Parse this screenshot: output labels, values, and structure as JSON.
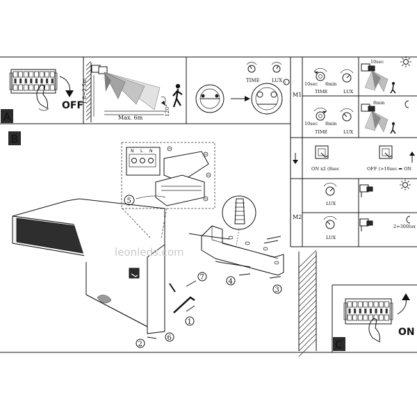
{
  "panels": {
    "a_label": "A",
    "b_label": "B",
    "c_label": "C",
    "off_label": "OFF",
    "on_label": "ON"
  },
  "sensor_range": {
    "height": "1.8~2.5m",
    "max_distance": "Max. 6m",
    "angle": "120°"
  },
  "knobs": {
    "time": "TIME",
    "lux": "LUX"
  },
  "mode1": {
    "label": "M1",
    "day_time_min": "10sec",
    "day_time_max": "8min",
    "day_readout": "10sec",
    "night_time_min": "10sec",
    "night_time_max": "8min",
    "night_readout": "8min",
    "time": "TIME",
    "lux": "LUX",
    "off_sequence": "ON x2 (8sec",
    "on_sequence": "OFF (>10sec ➡ ON"
  },
  "mode2": {
    "label": "M2",
    "lux_top": "LUX",
    "lux_bottom": "LUX",
    "night_value": "2=300lux"
  },
  "steps": [
    "1",
    "2",
    "3",
    "4",
    "5",
    "6",
    "7"
  ],
  "terminal_labels": [
    "N",
    "L",
    "N"
  ],
  "watermark": "leonleds.com",
  "colors": {
    "ink": "#111111",
    "panel_label_bg": "#2b2b2b",
    "lamp_body": "#2a2a2a"
  }
}
